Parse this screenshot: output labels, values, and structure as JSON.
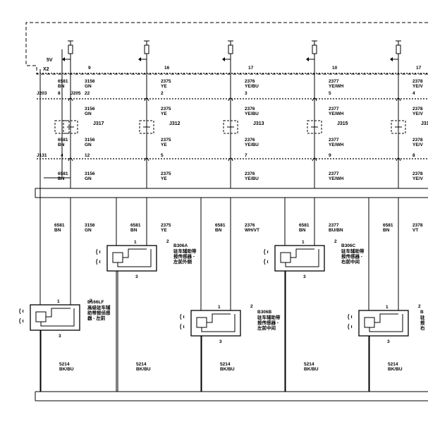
{
  "header": {
    "supply_label": "5V",
    "connector_label": "X2",
    "splice_labels": [
      "J203",
      "J205",
      "J131"
    ]
  },
  "columns": [
    {
      "pin_top": "9",
      "wire_a": "3156",
      "color_a": "GN",
      "pin_mid": "22",
      "wire_b": "3156",
      "color_b": "GN",
      "junction": "J317",
      "wire_c": "3156",
      "color_c": "GN",
      "pin_low": "12",
      "wire_d": "3156",
      "color_d": "GN",
      "left_pin_top": "8",
      "left_pin_low": "4",
      "left_wire": "6581",
      "left_color": "BN"
    },
    {
      "pin_top": "16",
      "wire_a": "2375",
      "color_a": "YE",
      "pin_mid": "2",
      "wire_b": "2375",
      "color_b": "YE",
      "junction": "J312",
      "wire_c": "2375",
      "color_c": "YE",
      "pin_low": "5",
      "wire_d": "2375",
      "color_d": "YE"
    },
    {
      "pin_top": "17",
      "wire_a": "2376",
      "color_a": "YE/BU",
      "pin_mid": "3",
      "wire_b": "2376",
      "color_b": "YE/BU",
      "junction": "J313",
      "wire_c": "2376",
      "color_c": "YE/BU",
      "pin_low": "7",
      "wire_d": "2376",
      "color_d": "YE/BU"
    },
    {
      "pin_top": "10",
      "wire_a": "2377",
      "color_a": "YE/WH",
      "pin_mid": "5",
      "wire_b": "2377",
      "color_b": "YE/WH",
      "junction": "J315",
      "wire_c": "2377",
      "color_c": "YE/WH",
      "pin_low": "9",
      "wire_d": "2377",
      "color_d": "YE/WH"
    },
    {
      "pin_top": "17",
      "wire_a": "2378",
      "color_a": "YE/V",
      "pin_mid": "4",
      "wire_b": "2378",
      "color_b": "YE/V",
      "junction": "J31",
      "wire_c": "2378",
      "color_c": "YE/V",
      "pin_low": "8",
      "wire_d": "2378",
      "color_d": "YE/V"
    }
  ],
  "sensors": [
    {
      "id": "B166LF",
      "name_lines": [
        "高级驻车辅",
        "助带报侦感",
        "器 - 左前"
      ],
      "pin1": "1",
      "pin2": "2",
      "pin3": "3",
      "feed_wire": "6581",
      "feed_color": "BN",
      "signal_wire": "3156",
      "signal_color": "GN"
    },
    {
      "id": "B306A",
      "name_lines": [
        "驻车辅助带",
        "报传感器 -",
        "左前外侧"
      ],
      "pin1": "1",
      "pin2": "2",
      "pin3": "3",
      "feed_wire": "6581",
      "feed_color": "BN",
      "signal_wire": "2375",
      "signal_color": "YE"
    },
    {
      "id": "B306B",
      "name_lines": [
        "驻车辅助带",
        "报传感器 -",
        "左前中间"
      ],
      "pin1": "1",
      "pin2": "2",
      "pin3": "3",
      "feed_wire": "6581",
      "feed_color": "BN",
      "signal_wire": "2376",
      "signal_color": "WH/VT"
    },
    {
      "id": "B306C",
      "name_lines": [
        "驻车辅助带",
        "报传感器 -",
        "右前中间"
      ],
      "pin1": "1",
      "pin2": "2",
      "pin3": "3",
      "feed_wire": "6581",
      "feed_color": "BN",
      "signal_wire": "2377",
      "signal_color": "BU/BN"
    },
    {
      "id": "B",
      "name_lines": [
        "驻",
        "报",
        "右"
      ],
      "pin1": "1",
      "pin2": "2",
      "pin3": "3",
      "feed_wire": "6581",
      "feed_color": "BN",
      "signal_wire": "2378",
      "signal_color": "VT"
    }
  ],
  "ground_wires": [
    {
      "wire": "5214",
      "color": "BK/BU"
    },
    {
      "wire": "5214",
      "color": "BK/BU"
    },
    {
      "wire": "5214",
      "color": "BK/BU"
    },
    {
      "wire": "5214",
      "color": "BK/BU"
    },
    {
      "wire": "5214",
      "color": "BK/BU"
    }
  ]
}
